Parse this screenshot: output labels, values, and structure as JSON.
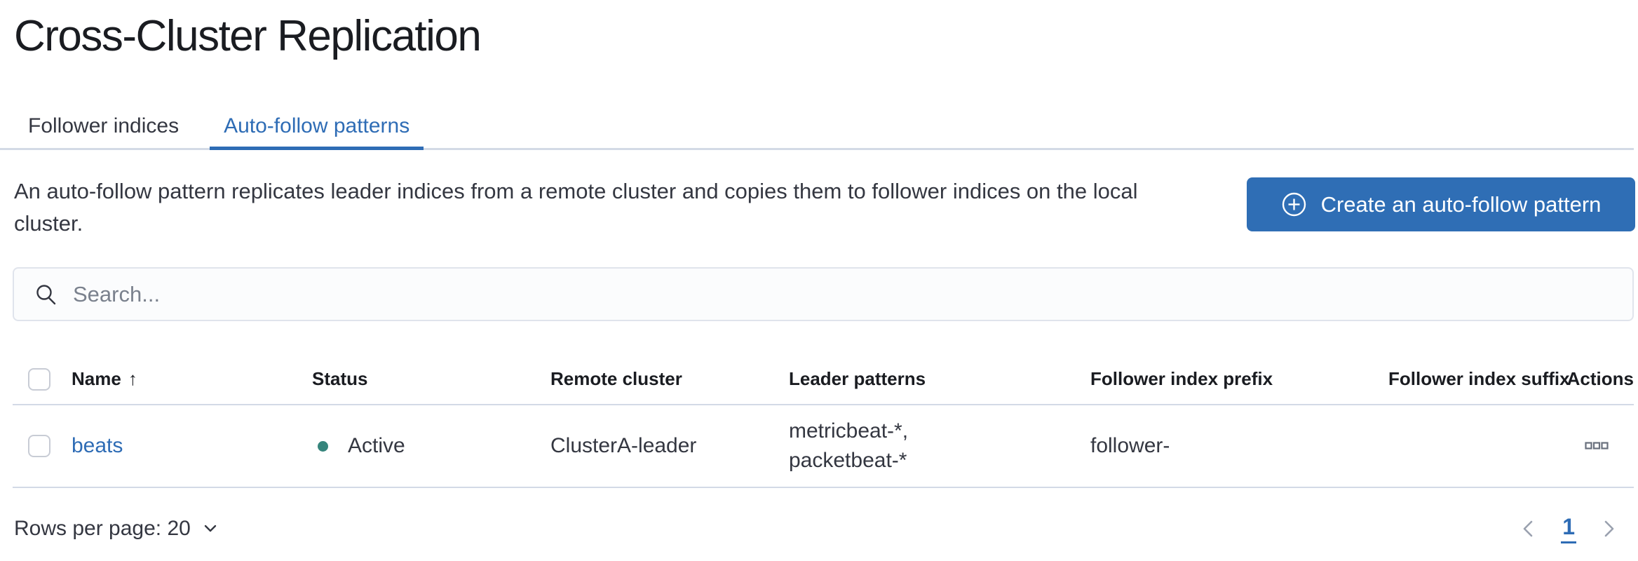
{
  "page": {
    "title": "Cross-Cluster Replication"
  },
  "tabs": [
    {
      "label": "Follower indices",
      "active": false
    },
    {
      "label": "Auto-follow patterns",
      "active": true
    }
  ],
  "description": {
    "text": "An auto-follow pattern replicates leader indices from a remote cluster and copies them to follower indices on the local cluster."
  },
  "create_button": {
    "label": "Create an auto-follow pattern",
    "icon": "plus-in-circle-icon"
  },
  "search": {
    "placeholder": "Search...",
    "icon": "search-icon"
  },
  "table": {
    "columns": [
      "Name",
      "Status",
      "Remote cluster",
      "Leader patterns",
      "Follower index prefix",
      "Follower index suffix",
      "Actions"
    ],
    "sort": {
      "column": "Name",
      "direction": "ascending",
      "arrow": "↑"
    },
    "rows": [
      {
        "name": "beats",
        "status": "Active",
        "remote_cluster": "ClusterA-leader",
        "leader_patterns": [
          "metricbeat-*,",
          "packetbeat-*"
        ],
        "follower_index_prefix": "follower-",
        "follower_index_suffix": "",
        "actions_icon": "boxes-horizontal-icon"
      }
    ]
  },
  "pagination": {
    "rows_per_page_label": "Rows per page: 20",
    "current_page": "1",
    "prev_icon": "chevron-left-icon",
    "next_icon": "chevron-right-icon"
  },
  "colors": {
    "primary_button": "#2f6eb5",
    "link_and_active_tab": "#2e6cb5",
    "status_active_dot": "#36857c",
    "table_border": "#d3dae6",
    "body_text": "#343741",
    "title_text": "#1a1c21",
    "muted_text": "#69707d"
  }
}
